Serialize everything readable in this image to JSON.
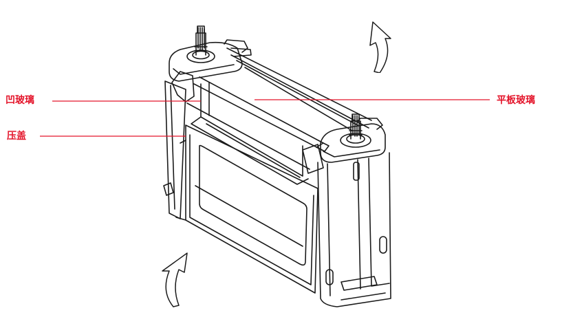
{
  "labels": {
    "concave_glass": "凹玻璃",
    "flat_glass": "平板玻璃",
    "pressure_cover": "压盖"
  },
  "colors": {
    "callout": "#e4142a",
    "line_art": "#1a1a1a",
    "background": "#ffffff"
  },
  "icons": {
    "rotate_top": "curved-arrow-up-icon",
    "rotate_bottom": "curved-arrow-up-icon"
  }
}
